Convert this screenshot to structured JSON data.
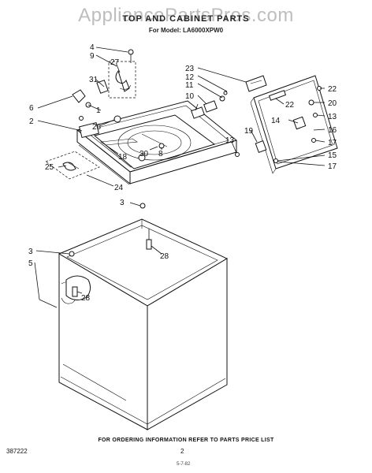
{
  "header": {
    "watermark": "AppliancePartsPros.com",
    "title": "TOP AND CABINET PARTS",
    "model": "For Model: LA6000XPW0"
  },
  "callouts": {
    "c1": "1",
    "c2": "2",
    "c3a": "3",
    "c3b": "3",
    "c4": "4",
    "c5": "5",
    "c6": "6",
    "c8": "8",
    "c9": "9",
    "c10": "10",
    "c11": "11",
    "c12": "12",
    "c13a": "13",
    "c13b": "13",
    "c14": "14",
    "c15": "15",
    "c16": "16",
    "c17a": "17",
    "c17b": "17",
    "c18": "18",
    "c19": "19",
    "c20": "20",
    "c22a": "22",
    "c22b": "22",
    "c23": "23",
    "c24": "24",
    "c25": "25",
    "c26": "26",
    "c27": "27",
    "c28a": "28",
    "c28b": "28",
    "c30": "30",
    "c31": "31"
  },
  "footer": {
    "ordering": "FOR ORDERING INFORMATION REFER TO PARTS PRICE LIST",
    "doc_number": "387222",
    "page_number": "2",
    "code": "5-7-82"
  }
}
